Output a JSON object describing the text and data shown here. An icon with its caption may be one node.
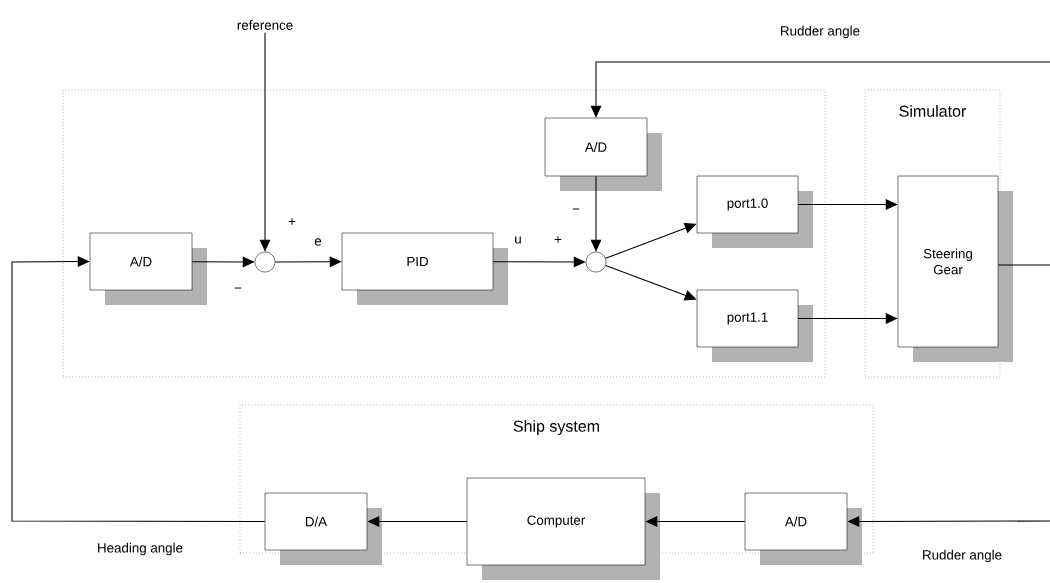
{
  "diagram": {
    "nodes": [
      {
        "text": [],
        "shape": "box"
      },
      {
        "text": [
          "Simulator"
        ]
      },
      {
        "text": [
          "Ship system"
        ]
      },
      {
        "text": [
          "A/D"
        ],
        "in": 0
      },
      {
        "text": [],
        "shape": "circle",
        "in": 0
      },
      {
        "text": [
          "PID"
        ],
        "in": 0
      },
      {
        "text": [
          "A/D"
        ],
        "in": 0
      },
      {
        "text": [],
        "shape": "circle",
        "in": 0
      },
      {
        "text": [
          "port1.0"
        ],
        "in": 0
      },
      {
        "text": [
          "port1.1"
        ],
        "in": 0
      },
      {
        "text": [
          "Steering Gear"
        ],
        "in": 1
      },
      {
        "text": [
          "D/A"
        ],
        "in": 2
      },
      {
        "text": [
          "Computer"
        ],
        "in": 2
      },
      {
        "text": [
          "A/D"
        ],
        "in": 2
      },
      {
        "text": [
          "reference"
        ]
      }
    ],
    "edges": [
      {
        "from": 14,
        "to": 4,
        "arrow": "to"
      },
      {
        "from": 3,
        "to": 4,
        "arrow": "to"
      },
      {
        "from": 4,
        "to": 5,
        "arrow": "to",
        "label": "e"
      },
      {
        "from": 5,
        "to": 7,
        "arrow": "to",
        "label": "u"
      },
      {
        "from": 6,
        "to": 7,
        "arrow": "to"
      },
      {
        "from": 7,
        "to": 8,
        "arrow": "to"
      },
      {
        "from": 7,
        "to": 9,
        "arrow": "to"
      },
      {
        "from": 8,
        "to": 10,
        "arrow": "to"
      },
      {
        "from": 9,
        "to": 10,
        "arrow": "to"
      },
      {
        "from": 10,
        "to": null,
        "arrow": "none"
      },
      {
        "from": null,
        "to": 6,
        "arrow": "to",
        "label": "Rudder angle"
      },
      {
        "from": null,
        "to": 13,
        "arrow": "to",
        "label": "Rudder angle"
      },
      {
        "from": 13,
        "to": 12,
        "arrow": "to"
      },
      {
        "from": 12,
        "to": 11,
        "arrow": "to"
      },
      {
        "from": 11,
        "to": 3,
        "arrow": "to",
        "label": "Heading angle"
      }
    ],
    "labels": [
      "+",
      "−",
      "+",
      "−"
    ]
  }
}
